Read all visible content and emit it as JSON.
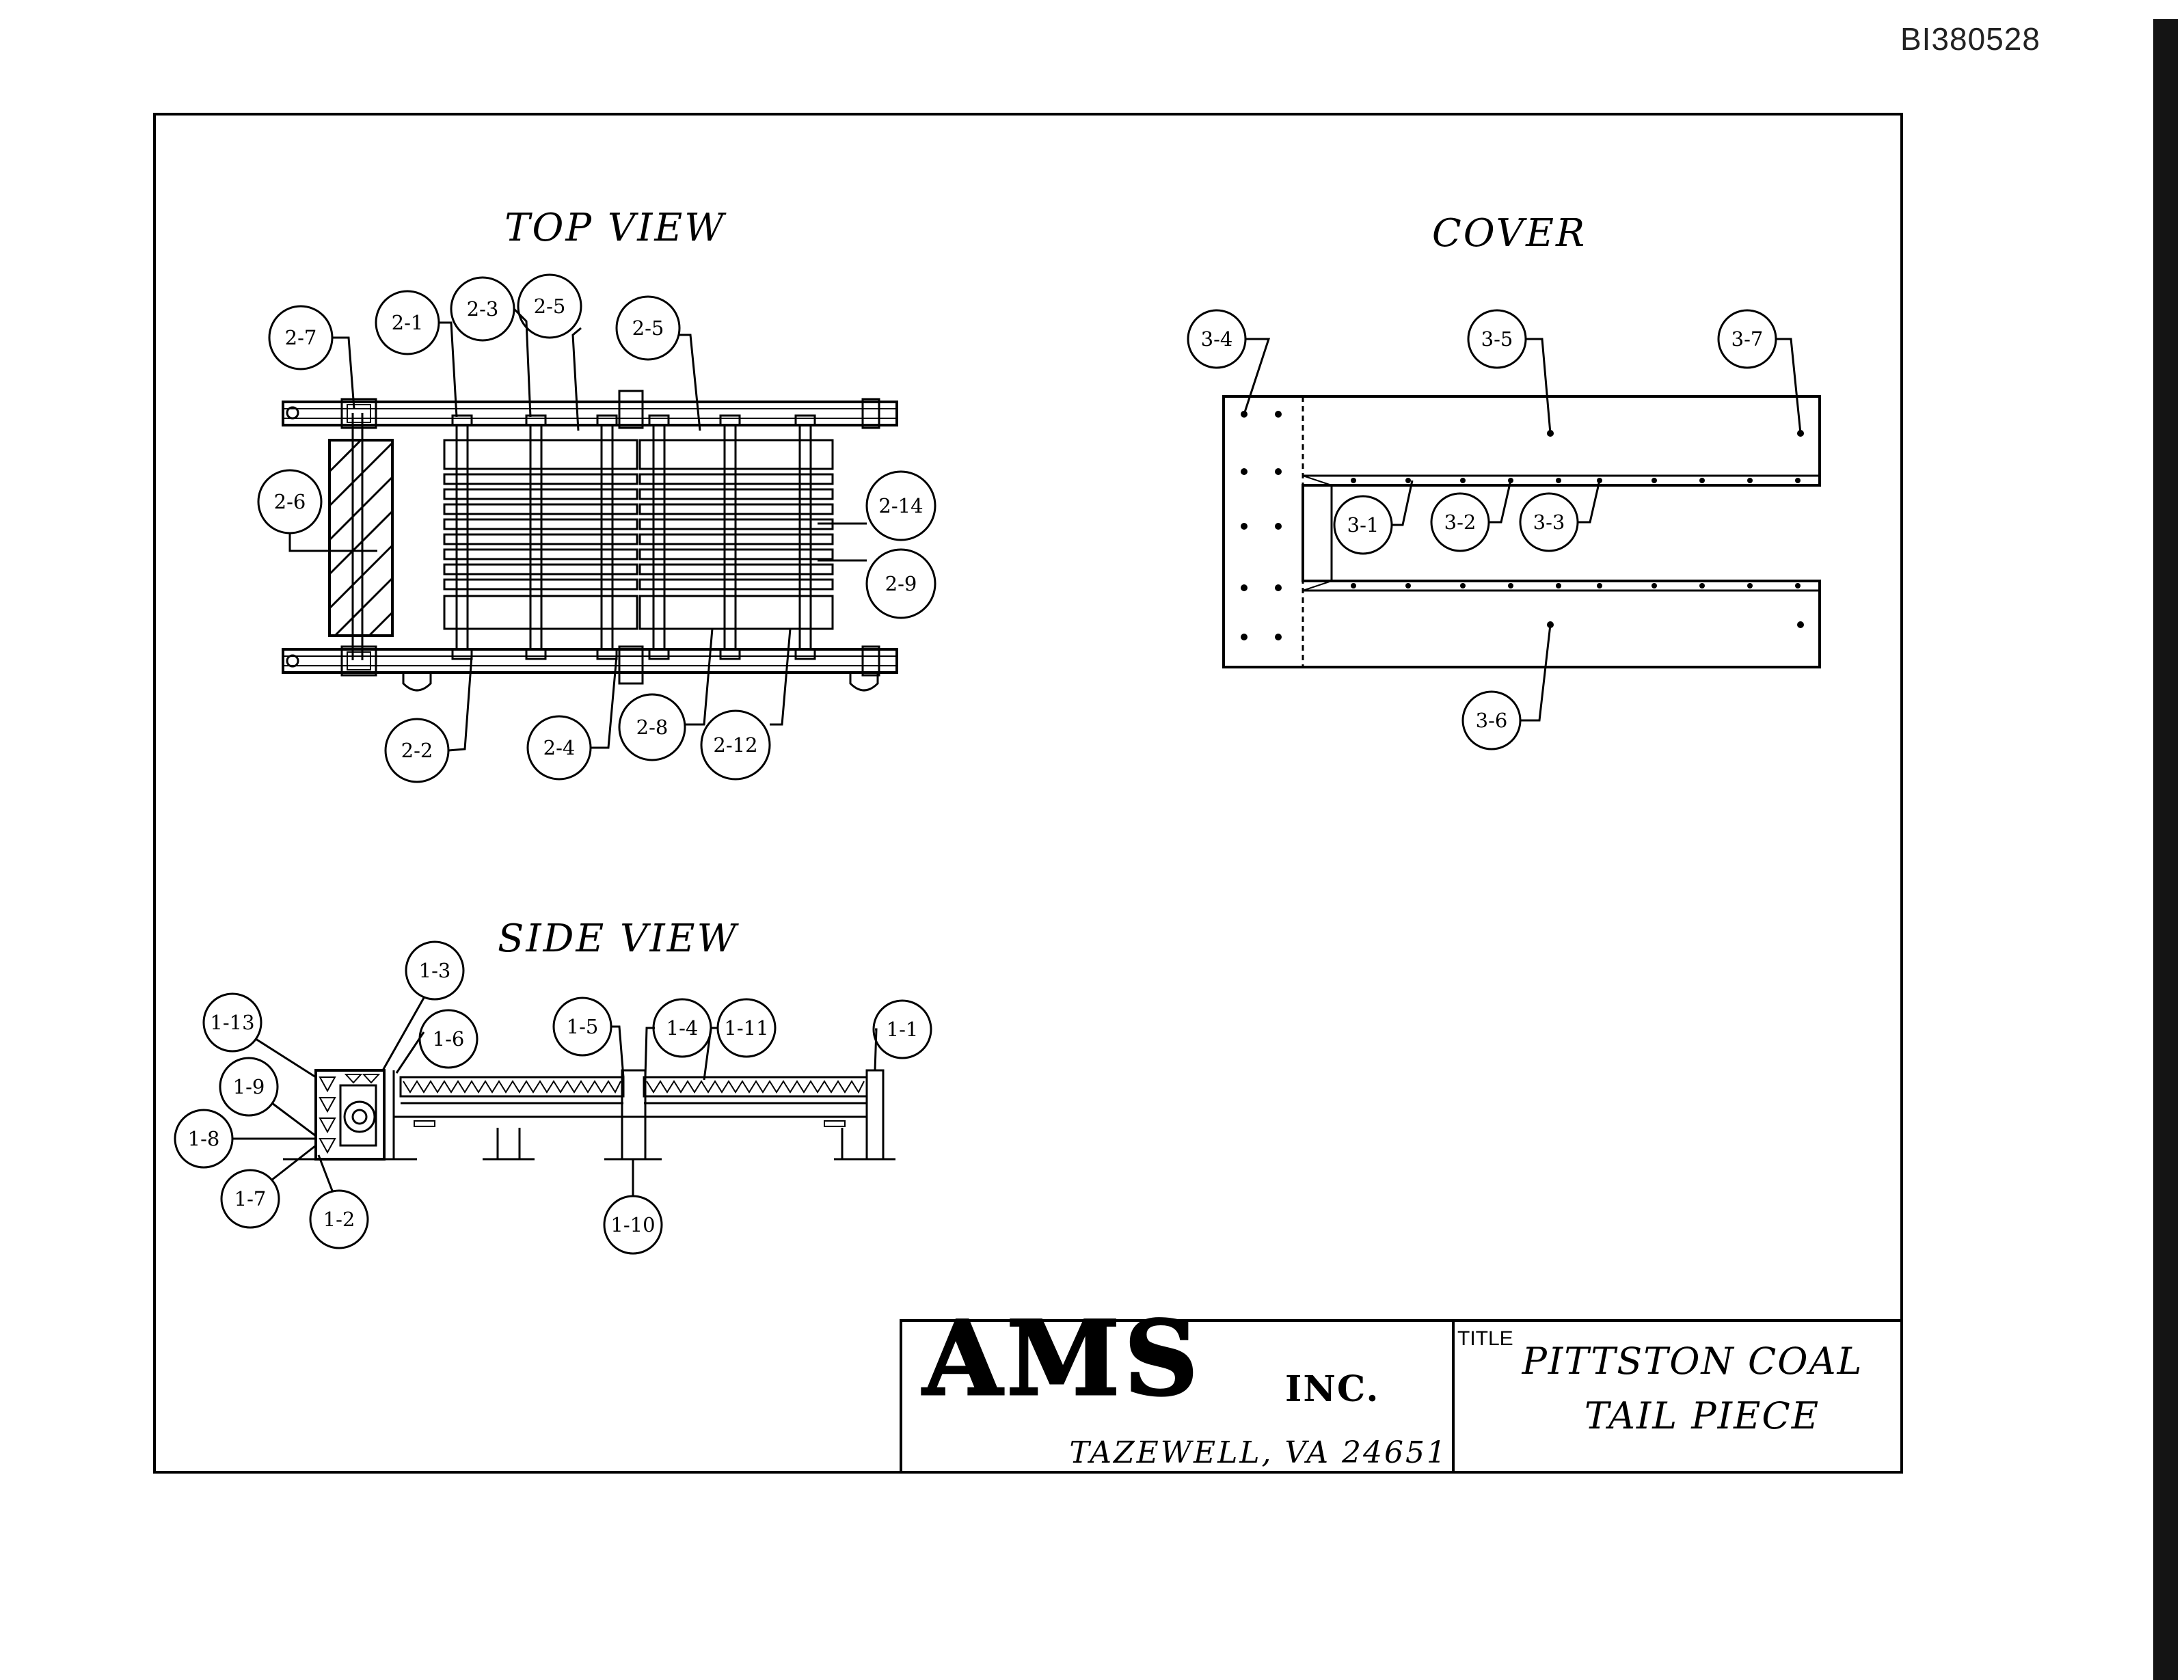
{
  "document": {
    "id": "BI380528"
  },
  "views": {
    "top_view": {
      "title": "TOP VIEW"
    },
    "side_view": {
      "title": "SIDE VIEW"
    },
    "cover": {
      "title": "COVER"
    }
  },
  "callouts": {
    "top": [
      "2-7",
      "2-1",
      "2-3",
      "2-5",
      "2-5",
      "2-6",
      "2-14",
      "2-9",
      "2-2",
      "2-4",
      "2-8",
      "2-12"
    ],
    "cover": [
      "3-4",
      "3-5",
      "3-7",
      "3-1",
      "3-2",
      "3-3",
      "3-6"
    ],
    "side": [
      "1-3",
      "1-13",
      "1-6",
      "1-5",
      "1-4",
      "1-11",
      "1-1",
      "1-9",
      "1-8",
      "1-7",
      "1-2",
      "1-10"
    ]
  },
  "title_block": {
    "company_logo": "AMS",
    "company_suffix": "INC.",
    "address": "TAZEWELL, VA 24651",
    "title_label": "TITLE",
    "title_line1": "PITTSTON COAL",
    "title_line2": "TAIL PIECE"
  }
}
